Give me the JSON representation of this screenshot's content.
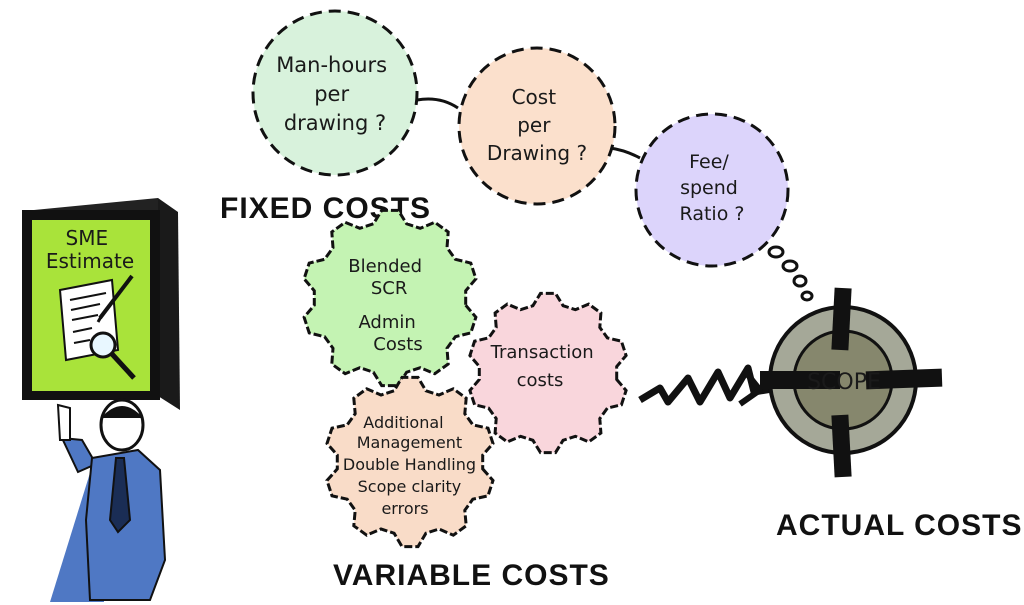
{
  "colors": {
    "fixed_green": "#d8f2dc",
    "fixed_peach": "#fbe0cc",
    "fixed_lavender": "#dcd4fb",
    "gear_green": "#c4f3b3",
    "gear_pink": "#f9d6dc",
    "gear_peach": "#f9dcc8",
    "board_green": "#a9e33a",
    "scope_outer": "#a5a898",
    "scope_inner": "#86876d",
    "shirt_blue": "#4f78c4",
    "ink": "#111111"
  },
  "board": {
    "title_line1": "SME",
    "title_line2": "Estimate"
  },
  "fixed_costs": {
    "heading": "FIXED COSTS",
    "circles": [
      {
        "lines": [
          "Man-hours",
          "per",
          "drawing ?"
        ]
      },
      {
        "lines": [
          "Cost",
          "per",
          "Drawing ?"
        ]
      },
      {
        "lines": [
          "Fee/",
          "spend",
          "Ratio ?"
        ]
      }
    ]
  },
  "variable_costs": {
    "heading": "VARIABLE COSTS",
    "gears": [
      {
        "lines": [
          "Blended",
          "SCR",
          "",
          "Admin",
          "Costs"
        ]
      },
      {
        "lines": [
          "Transaction",
          "costs"
        ]
      },
      {
        "lines": [
          "Additional",
          "Management",
          "Double Handling",
          "Scope clarity",
          "errors"
        ]
      }
    ]
  },
  "scope": {
    "label": "SCOPE",
    "heading": "ACTUAL COSTS"
  },
  "icons": [
    "document-icon",
    "magnifier-icon",
    "pen-icon",
    "spring-arrow-icon",
    "thought-bubble-icon",
    "person-icon",
    "target-icon"
  ]
}
